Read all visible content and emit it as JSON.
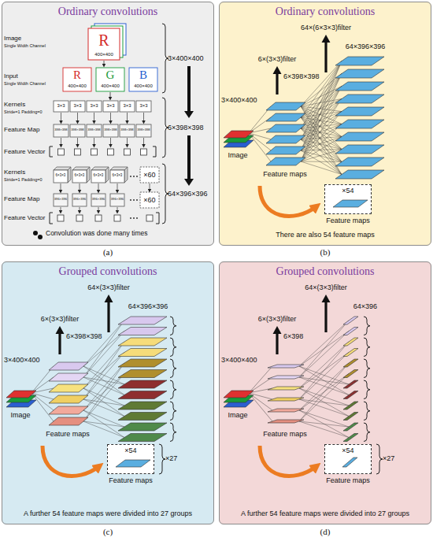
{
  "diagram": {
    "nodes": [
      {
        "text": [
          "Ordinary convolutions"
        ]
      },
      {
        "text": [
          "Ordinary convolutions",
          "There are also 54 feature maps"
        ]
      },
      {
        "text": [
          "×54"
        ],
        "in": 1
      },
      {
        "text": [
          "Grouped convolutions",
          "A further 54 feature maps were divided into 27 groups"
        ]
      },
      {
        "text": [
          "×54"
        ],
        "in": 3
      },
      {
        "text": [
          "Grouped convolutions",
          "A further 54 feature maps were divided into 27 groups"
        ]
      },
      {
        "text": [
          "×54"
        ],
        "in": 5
      }
    ],
    "labels": [
      "Image",
      "Single Width Channel",
      "R",
      "400×400",
      "3×400×400",
      "Input",
      "Single Width Channel",
      "R",
      "G",
      "B",
      "400×400",
      "400×400",
      "400×400",
      "Kernels",
      "Stride=1 Padding=0",
      "3×3",
      "3×3",
      "3×3",
      "3×3",
      "3×3",
      "3×3",
      "Feature Map",
      "398×398",
      "398×398",
      "398×398",
      "398×398",
      "398×398",
      "398×398",
      "Feature Vector",
      "6×398×398",
      "Kernels",
      "Stride=1 Padding=0",
      "6×3×3",
      "6×3×3",
      "6×3×3",
      "6×3×3",
      "×60",
      "Feature Map",
      "396×396",
      "396×396",
      "396×396",
      "396×396",
      "×60",
      "Feature Vector",
      "64×396×396",
      "Convolution was done many times",
      "64×(6×3×3)filter",
      "64×396×396",
      "6×(3×3)filter",
      "6×398×398",
      "3×400×400",
      "Image",
      "Feature maps",
      "Feature maps",
      "64×(3×3)filter",
      "64×396×396",
      "6×(3×3)filter",
      "6×398×398",
      "3×400×400",
      "Image",
      "Feature maps",
      "Feature maps",
      "×27",
      "64×(3×3)filter",
      "64×396",
      "6×(3×3)filter",
      "6×398",
      "3×400×400",
      "Image",
      "Feature maps",
      "Feature maps",
      "×27",
      "(a)",
      "(b)",
      "(c)",
      "(d)"
    ]
  }
}
